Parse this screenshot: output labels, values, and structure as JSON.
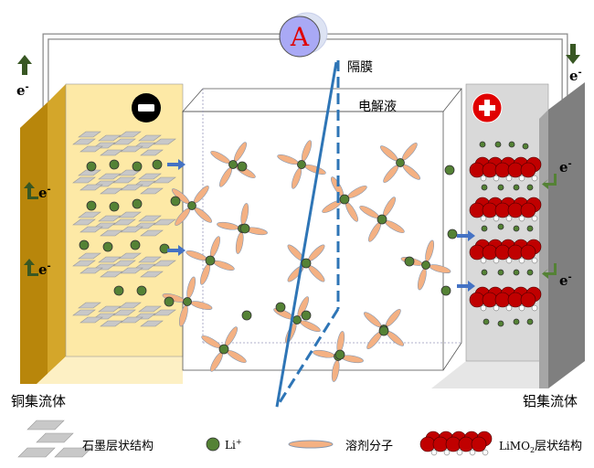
{
  "ammeter": {
    "label": "A"
  },
  "labels": {
    "separator": "隔膜",
    "electrolyte": "电解液",
    "copper_collector": "铜集流体",
    "aluminum_collector": "铝集流体",
    "electron": "e",
    "electron_sup": "-"
  },
  "electrodes": {
    "negative_sign": "−",
    "positive_sign": "+"
  },
  "legend": [
    {
      "icon": "graphite-layer-icon",
      "label": "石墨层状结构"
    },
    {
      "icon": "li-ion-icon",
      "label": "Li",
      "sup": "+"
    },
    {
      "icon": "solvent-molecule-icon",
      "label": "溶剂分子"
    },
    {
      "icon": "limo2-layer-icon",
      "label_prefix": "LiMO",
      "sub": "2",
      "label_suffix": "层状结构"
    }
  ],
  "colors": {
    "li_ion": "#548235",
    "solvent": "#f4b183",
    "limo2": "#c00000",
    "graphite": "#c8c8c8",
    "anode_bg": "#fde9a6",
    "copper": "#b8860b",
    "cathode_bg": "#d9d9d9",
    "aluminum": "#808080",
    "separator": "#2e75b6",
    "ion_arrow": "#4472c4",
    "electron_arrow": "#385723",
    "ammeter": "#a9a9f5"
  }
}
